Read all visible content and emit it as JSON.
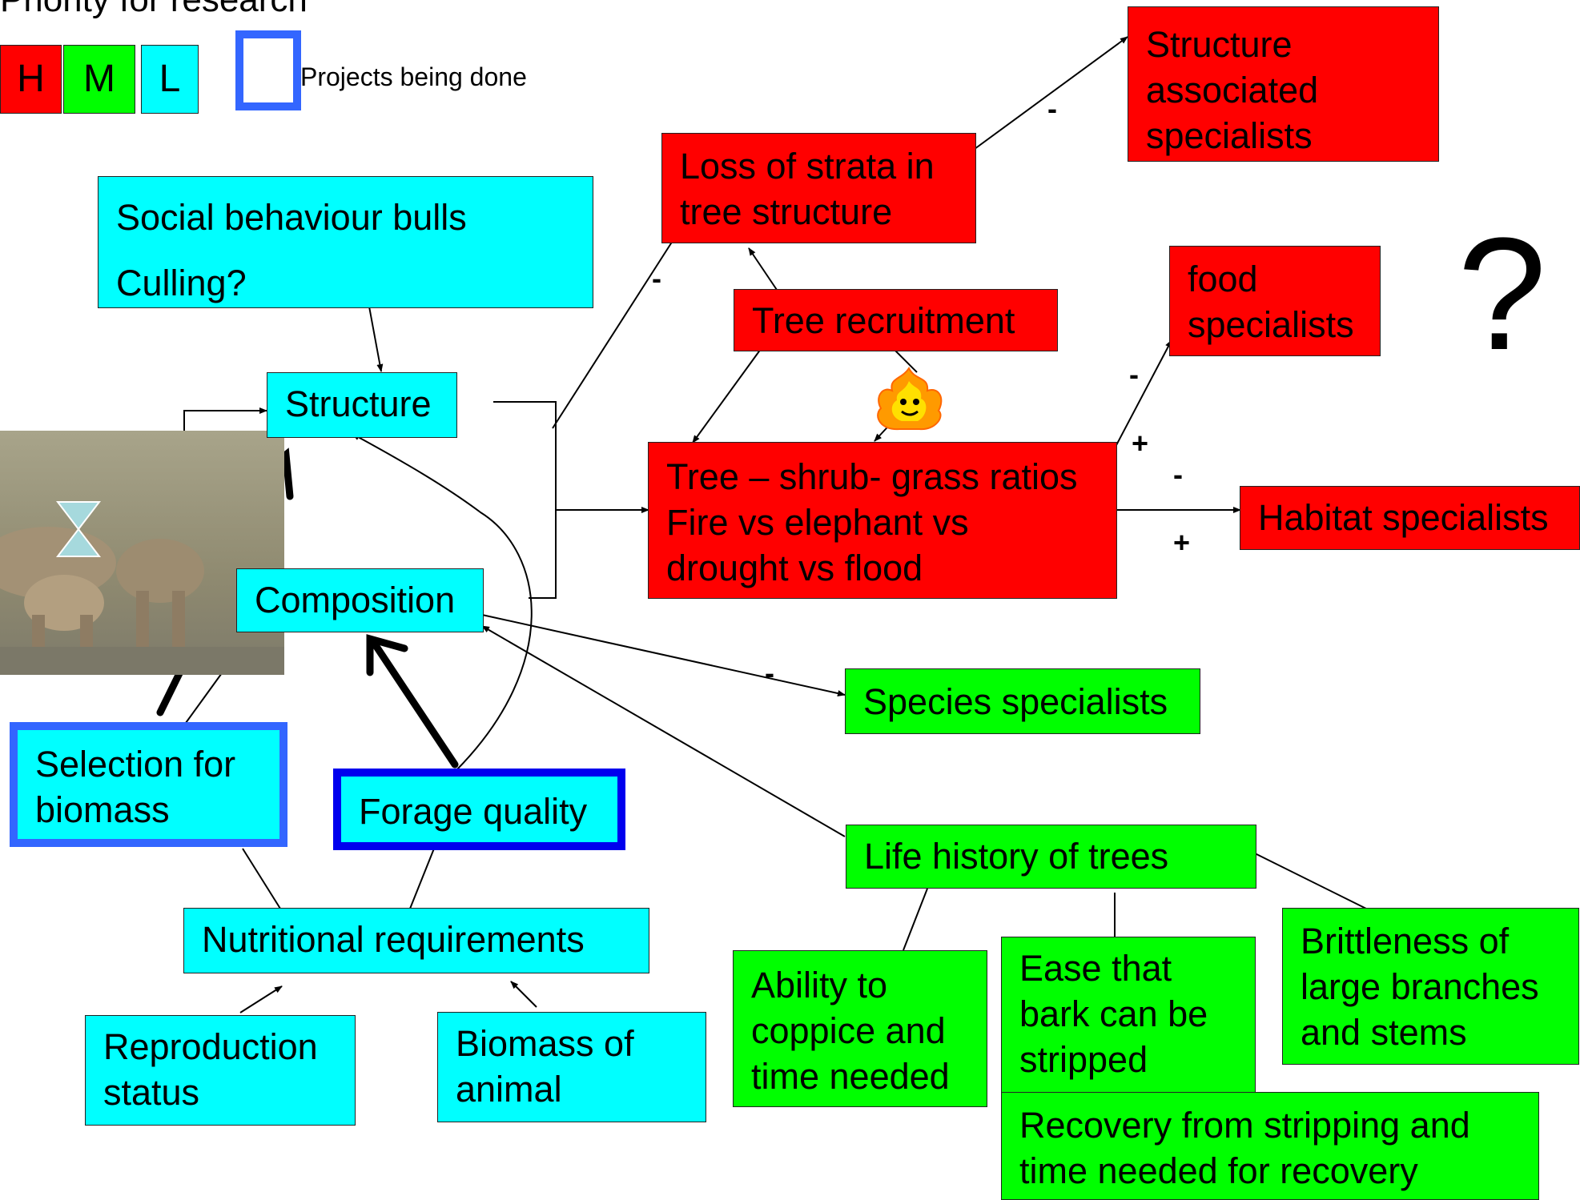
{
  "legend": {
    "title": "Priority for research",
    "high": "H",
    "medium": "M",
    "low": "L",
    "projects_label": "Projects being done"
  },
  "boxes": {
    "structure_specialists": [
      "Structure",
      "associated",
      "specialists"
    ],
    "loss_strata": [
      "Loss of strata in",
      "tree structure"
    ],
    "food_specialists": [
      "food",
      "specialists"
    ],
    "tree_recruitment": "Tree recruitment",
    "tree_ratios": [
      "Tree – shrub- grass ratios",
      "Fire vs elephant vs",
      "drought vs flood"
    ],
    "habitat_specialists": "Habitat specialists",
    "social_behaviour": [
      "Social behaviour bulls",
      "Culling?"
    ],
    "structure": "Structure",
    "composition": "Composition",
    "species_specialists": "Species specialists",
    "selection_biomass": [
      "Selection for",
      "biomass"
    ],
    "forage_quality": "Forage quality",
    "life_history": "Life history of trees",
    "nutritional": "Nutritional requirements",
    "coppice": [
      "Ability to",
      "coppice and",
      "time needed"
    ],
    "bark": [
      "Ease that",
      "bark can be",
      "stripped"
    ],
    "brittleness": [
      "Brittleness of",
      "large branches",
      "and stems"
    ],
    "recovery": [
      "Recovery from stripping and",
      "time needed for recovery"
    ],
    "reproduction": [
      "Reproduction",
      "status"
    ],
    "biomass_animal": [
      "Biomass of",
      "animal"
    ]
  },
  "signs": {
    "minus_structure_assoc": "-",
    "minus_loss_strata": "-",
    "minus_food": "-",
    "plus_food": "+",
    "minus_habitat": "-",
    "plus_habitat": "+",
    "minus_species": "-"
  },
  "question_mark": "?",
  "icons": [
    "fire-icon",
    "elephant-photo",
    "valve-icon"
  ],
  "colors": {
    "high": "#ff0000",
    "medium": "#00ff00",
    "low": "#00ffff",
    "projects_border": "#3366ff",
    "forage_border": "#0000ee"
  }
}
